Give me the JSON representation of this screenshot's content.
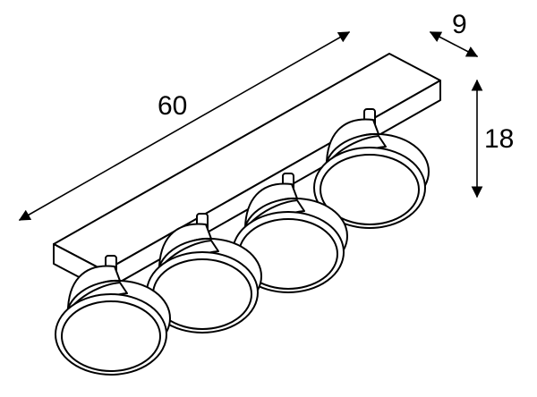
{
  "dimensions": {
    "length": "60",
    "depth": "9",
    "height": "18"
  },
  "colors": {
    "line": "#000000",
    "background": "#ffffff"
  },
  "spotlights": [
    {
      "name": "spotlight-1"
    },
    {
      "name": "spotlight-2"
    },
    {
      "name": "spotlight-3"
    },
    {
      "name": "spotlight-4"
    }
  ]
}
